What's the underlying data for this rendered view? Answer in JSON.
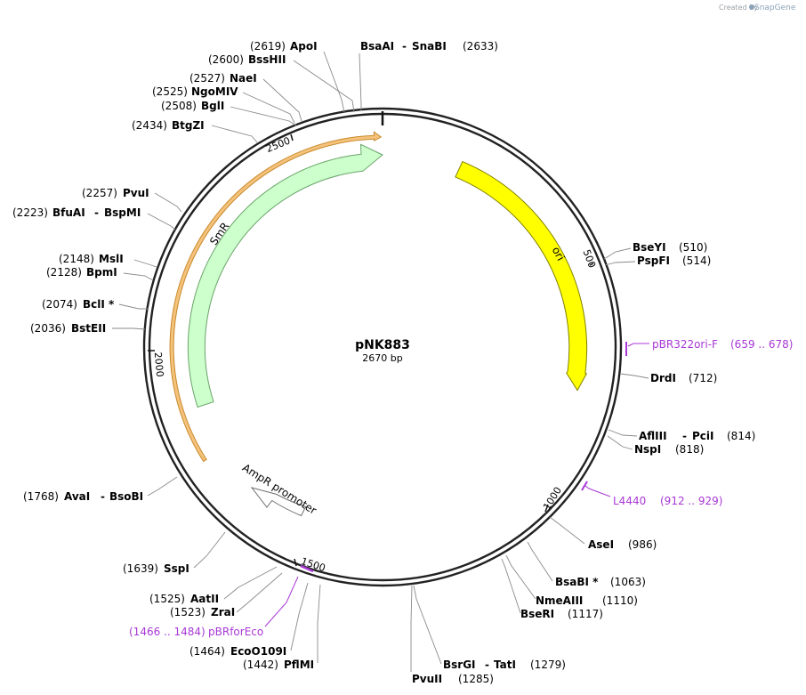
{
  "credit": {
    "prefix": "Created by",
    "brand": "SnapGene"
  },
  "plasmid": {
    "name": "pNK883",
    "size_label": "2670 bp",
    "length": 2670
  },
  "ticks": [
    {
      "pos": 500,
      "label": "500"
    },
    {
      "pos": 1000,
      "label": "1000"
    },
    {
      "pos": 1500,
      "label": "1500"
    },
    {
      "pos": 2000,
      "label": "2000"
    },
    {
      "pos": 2500,
      "label": "2500"
    }
  ],
  "features": [
    {
      "name": "ori",
      "direction": "cw",
      "color": "#ffff00",
      "stroke": "#808000"
    },
    {
      "name": "SmR",
      "direction": "cw",
      "color": "#ccffcc",
      "stroke": "#6aa36a"
    },
    {
      "name": "AmpR promoter",
      "direction": "ccw",
      "color": "#ffffff",
      "stroke": "#707070"
    },
    {
      "name": "",
      "direction": "cw",
      "color": "#f4c27a",
      "stroke": "#c88a2e"
    }
  ],
  "sites": [
    {
      "id": "apoi",
      "name": "ApoI",
      "pos_label": "(2619)"
    },
    {
      "id": "bsaai",
      "name": "BsaAI",
      "name2": "SnaBI",
      "pos_label": "(2633)"
    },
    {
      "id": "bsshii",
      "name": "BssHII",
      "pos_label": "(2600)"
    },
    {
      "id": "naei",
      "name": "NaeI",
      "pos_label": "(2527)"
    },
    {
      "id": "ngomiv",
      "name": "NgoMIV",
      "pos_label": "(2525)"
    },
    {
      "id": "bgli",
      "name": "BglI",
      "pos_label": "(2508)"
    },
    {
      "id": "btgzi",
      "name": "BtgZI",
      "pos_label": "(2434)"
    },
    {
      "id": "pvui",
      "name": "PvuI",
      "pos_label": "(2257)"
    },
    {
      "id": "bfuai",
      "name": "BfuAI",
      "name2": "BspMI",
      "pos_label": "(2223)"
    },
    {
      "id": "msli",
      "name": "MslI",
      "pos_label": "(2148)"
    },
    {
      "id": "bpmi",
      "name": "BpmI",
      "pos_label": "(2128)"
    },
    {
      "id": "bcli",
      "name": "BclI *",
      "pos_label": "(2074)"
    },
    {
      "id": "bsteii",
      "name": "BstEII",
      "pos_label": "(2036)"
    },
    {
      "id": "avai",
      "name": "AvaI",
      "name2": "BsoBI",
      "pos_label": "(1768)"
    },
    {
      "id": "sspi",
      "name": "SspI",
      "pos_label": "(1639)"
    },
    {
      "id": "aatii",
      "name": "AatII",
      "pos_label": "(1525)"
    },
    {
      "id": "zrai",
      "name": "ZraI",
      "pos_label": "(1523)"
    },
    {
      "id": "eco0109i",
      "name": "EcoO109I",
      "pos_label": "(1464)"
    },
    {
      "id": "pflmi",
      "name": "PflMI",
      "pos_label": "(1442)"
    },
    {
      "id": "bseyi",
      "name": "BseYI",
      "pos_label": "(510)"
    },
    {
      "id": "pspfi",
      "name": "PspFI",
      "pos_label": "(514)"
    },
    {
      "id": "drdi",
      "name": "DrdI",
      "pos_label": "(712)"
    },
    {
      "id": "afliii",
      "name": "AflIII",
      "name2": "PciI",
      "pos_label": "(814)"
    },
    {
      "id": "nspi",
      "name": "NspI",
      "pos_label": "(818)"
    },
    {
      "id": "asei",
      "name": "AseI",
      "pos_label": "(986)"
    },
    {
      "id": "bsabi",
      "name": "BsaBI *",
      "pos_label": "(1063)"
    },
    {
      "id": "nmeaiii",
      "name": "NmeAIII",
      "pos_label": "(1110)"
    },
    {
      "id": "bseri",
      "name": "BseRI",
      "pos_label": "(1117)"
    },
    {
      "id": "bsrgi",
      "name": "BsrGI",
      "name2": "TatI",
      "pos_label": "(1279)"
    },
    {
      "id": "pvuii",
      "name": "PvuII",
      "pos_label": "(1285)"
    }
  ],
  "primers": [
    {
      "id": "pbr322ori",
      "name": "pBR322ori-F",
      "range": "(659 .. 678)",
      "color": "#a838d6"
    },
    {
      "id": "l4440",
      "name": "L4440",
      "range": "(912 .. 929)",
      "color": "#a838d6"
    },
    {
      "id": "pbrforeco",
      "name": "pBRforEco",
      "range": "(1466 .. 1484)",
      "color": "#a838d6"
    }
  ],
  "colors": {
    "backbone": "#222222",
    "primer": "#a838d6",
    "leader": "#8a8a8a"
  }
}
